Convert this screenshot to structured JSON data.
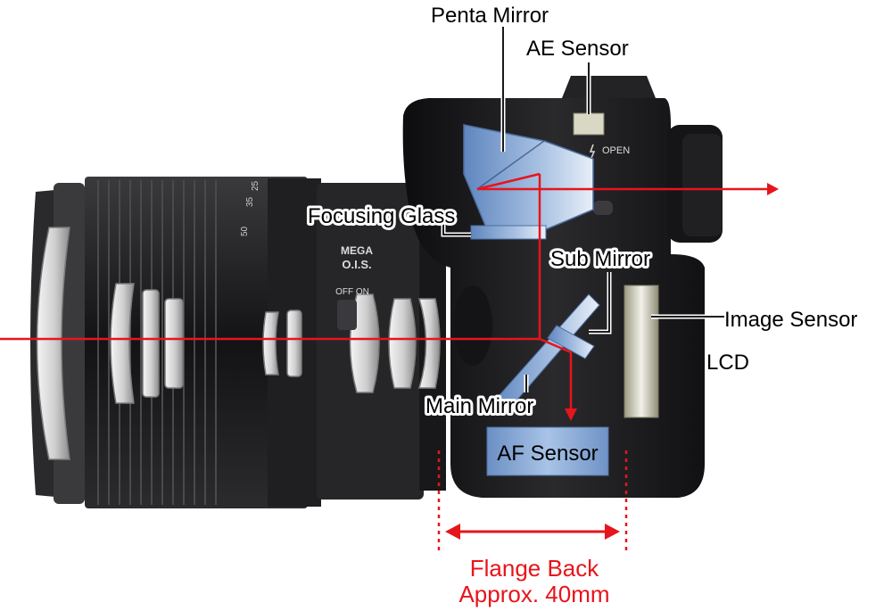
{
  "labels": {
    "penta_mirror": "Penta Mirror",
    "ae_sensor": "AE Sensor",
    "focusing_glass": "Focusing Glass",
    "sub_mirror": "Sub Mirror",
    "image_sensor": "Image Sensor",
    "lcd": "LCD",
    "main_mirror": "Main Mirror",
    "af_sensor": "AF Sensor"
  },
  "flange": {
    "line1": "Flange Back",
    "line2": "Approx. 40mm"
  },
  "body_marks": {
    "flash_open": "OPEN",
    "mega": "MEGA",
    "ois": "O.I.S.",
    "off_on": "OFF ON",
    "focal_50": "50",
    "focal_35": "35",
    "focal_25": "25"
  },
  "colors": {
    "light_path": "#e8141b",
    "label_text": "#000000",
    "label_halo": "#ffffff",
    "camera_body": "#1b1b1d",
    "optics_blue": "#8fb0d8",
    "sensor_gold": "#b8b59a"
  }
}
